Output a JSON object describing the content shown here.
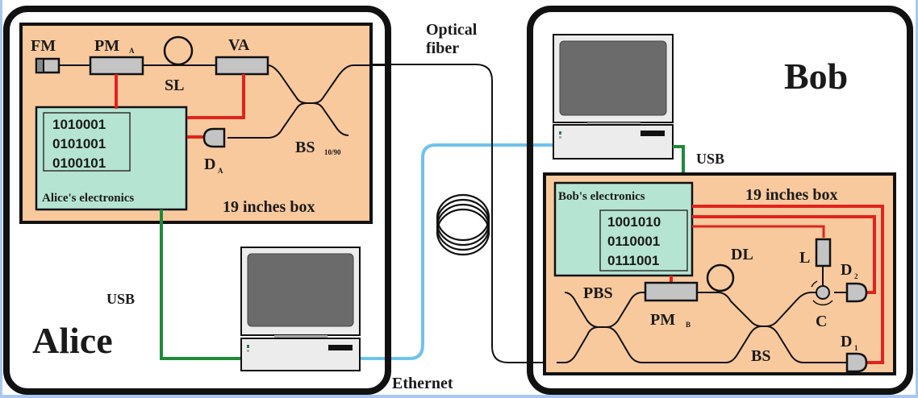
{
  "diagram": {
    "title": "QKD setup Alice and Bob",
    "colors": {
      "box_fill": "#f9c99e",
      "electronics_fill": "#b5e4d2",
      "component_fill": "#c4c4c4",
      "electrical_line": "#e0231c",
      "usb_line": "#1f8a3a",
      "ethernet_line": "#6ec3ea",
      "fiber_line": "#111111",
      "frame": "#111111",
      "border": "#a9c8ee"
    },
    "alice": {
      "name": "Alice",
      "box_label": "19 inches box",
      "electronics_label": "Alice's electronics",
      "bits": [
        "1010001",
        "0101001",
        "0100101"
      ],
      "components": {
        "fm": "FM",
        "pm": "PM",
        "pm_sub": "A",
        "sl": "SL",
        "va": "VA",
        "bs": "BS",
        "bs_sub": "10/90",
        "d": "D",
        "d_sub": "A"
      },
      "usb_label": "USB"
    },
    "bob": {
      "name": "Bob",
      "box_label": "19 inches box",
      "electronics_label": "Bob's electronics",
      "bits": [
        "1001010",
        "0110001",
        "0111001"
      ],
      "components": {
        "pbs": "PBS",
        "pm": "PM",
        "pm_sub": "B",
        "dl": "DL",
        "l": "L",
        "c": "C",
        "bs": "BS",
        "d2": "D",
        "d2_sub": "2",
        "d1": "D",
        "d1_sub": "1"
      },
      "usb_label": "USB"
    },
    "links": {
      "optical_fiber_line1": "Optical",
      "optical_fiber_line2": "fiber",
      "ethernet": "Ethernet"
    }
  }
}
